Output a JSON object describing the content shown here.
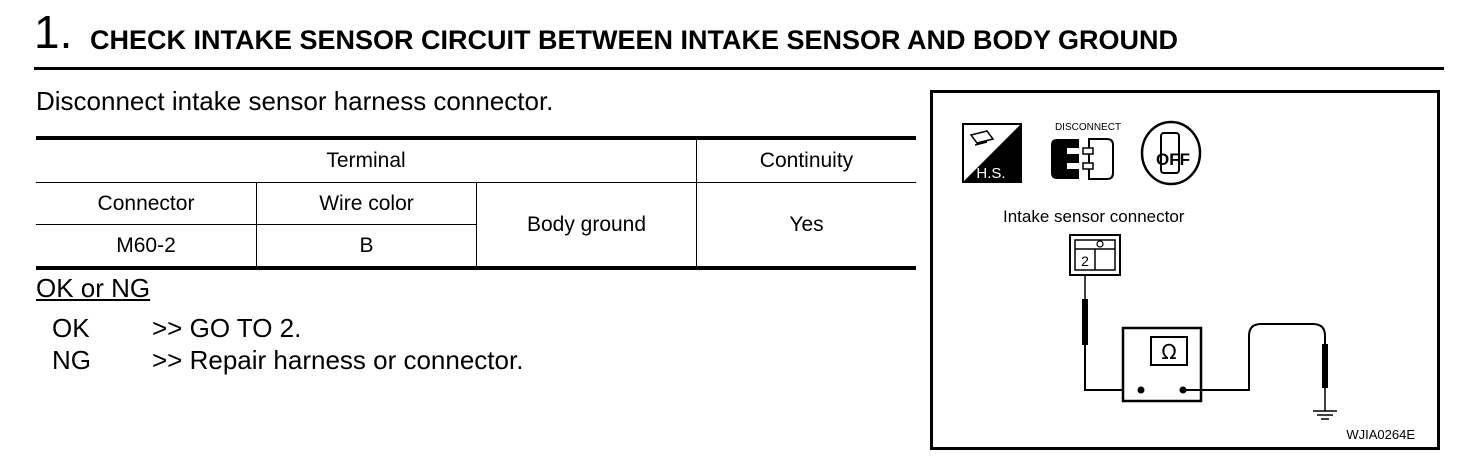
{
  "step": {
    "number": "1.",
    "title": "CHECK INTAKE SENSOR CIRCUIT BETWEEN INTAKE SENSOR AND BODY GROUND"
  },
  "instruction": "Disconnect intake sensor harness connector.",
  "table": {
    "terminal_header": "Terminal",
    "continuity_header": "Continuity",
    "connector_header": "Connector",
    "wire_color_header": "Wire color",
    "connector_value": "M60-2",
    "wire_color_value": "B",
    "body_ground": "Body ground",
    "continuity_value": "Yes"
  },
  "result": {
    "heading": "OK or NG",
    "ok_code": "OK",
    "ok_action": ">> GO TO 2.",
    "ng_code": "NG",
    "ng_action": ">> Repair harness or connector."
  },
  "figure": {
    "hs_label": "H.S.",
    "disconnect_label": "DISCONNECT",
    "off_label": "OFF",
    "connector_label": "Intake sensor connector",
    "terminal_number": "2",
    "ohm_symbol": "Ω",
    "figure_code": "WJIA0264E",
    "icons": [
      "harness-side-icon",
      "disconnect-connector-icon",
      "ignition-off-icon",
      "ohmmeter-icon",
      "ground-symbol-icon"
    ]
  }
}
